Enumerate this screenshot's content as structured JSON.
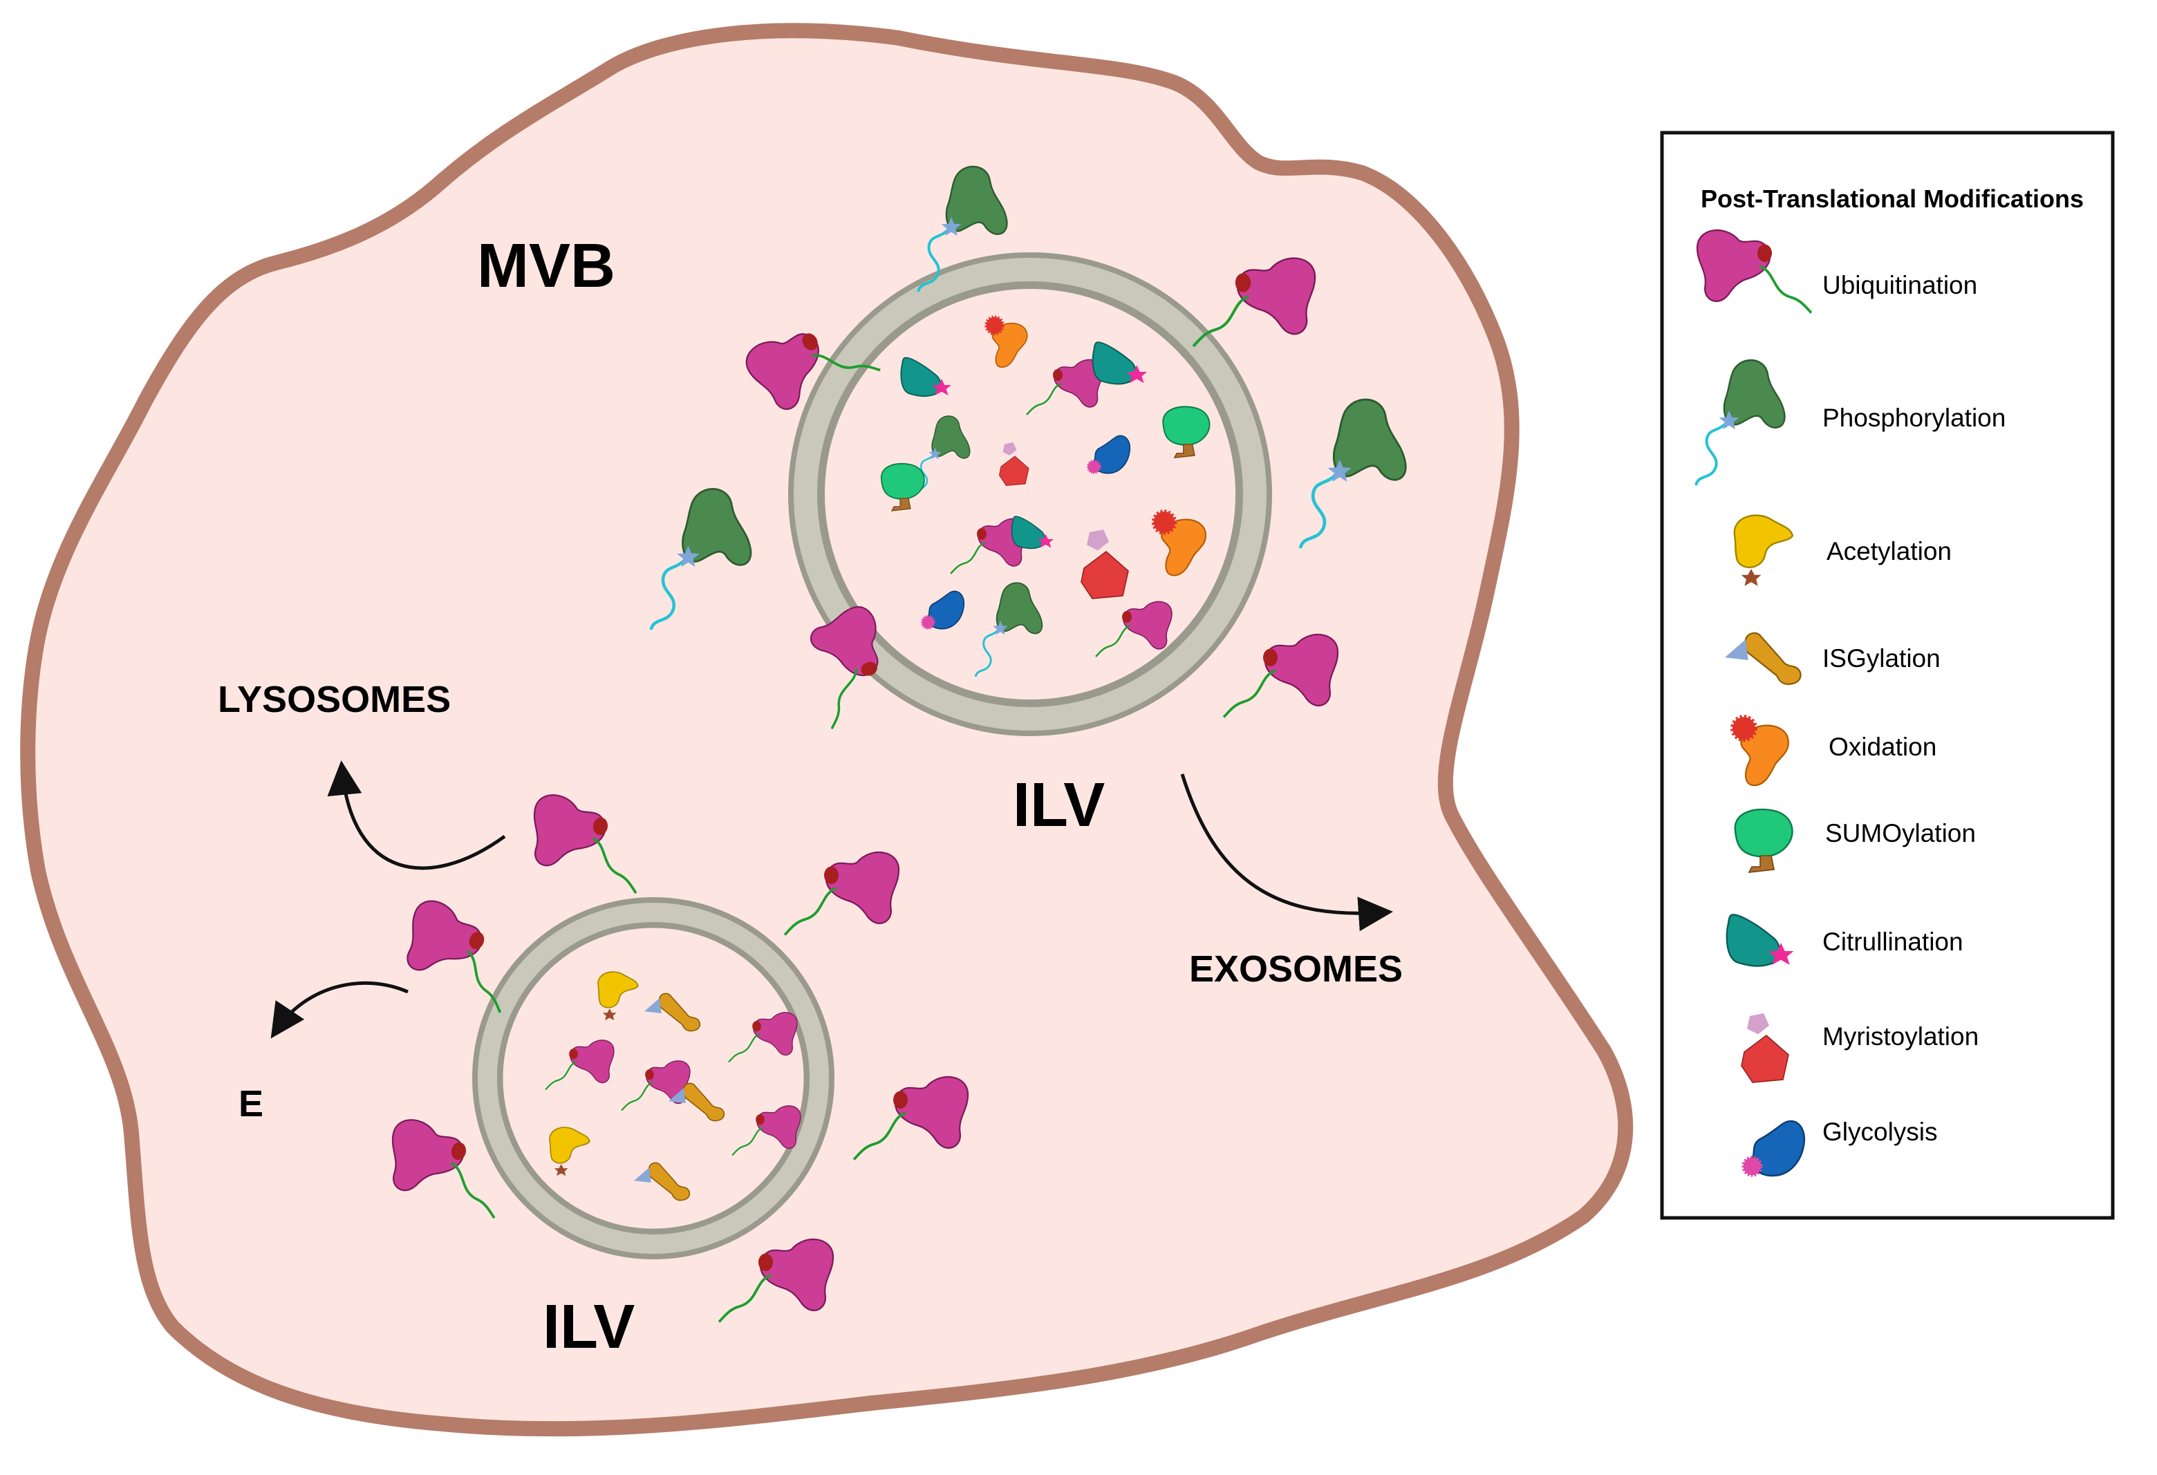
{
  "labels": {
    "mvb": "MVB",
    "ilv_large": "ILV",
    "ilv_small": "ILV",
    "lysosomes": "LYSOSOMES",
    "exosomes": "EXOSOMES",
    "e": "E"
  },
  "legend": {
    "title": "Post-Translational Modifications",
    "items": [
      {
        "label": "Ubiquitination",
        "icon": "ubiquitination-icon"
      },
      {
        "label": "Phosphorylation",
        "icon": "phosphorylation-icon"
      },
      {
        "label": "Acetylation",
        "icon": "acetylation-icon"
      },
      {
        "label": "ISGylation",
        "icon": "isgylation-icon"
      },
      {
        "label": "Oxidation",
        "icon": "oxidation-icon"
      },
      {
        "label": "SUMOylation",
        "icon": "sumoylation-icon"
      },
      {
        "label": "Citrullination",
        "icon": "citrullination-icon"
      },
      {
        "label": "Myristoylation",
        "icon": "myristoylation-icon"
      },
      {
        "label": "Glycolysis",
        "icon": "glycolysis-icon"
      }
    ]
  },
  "colors": {
    "cell_fill": "#fde6e2",
    "cell_border": "#b57c69",
    "vesicle_outer": "#9a9a8c",
    "vesicle_ring": "#c9c8ba",
    "ubiquitin_protein": "#cc3d96",
    "ubiquitin_tag": "#a81f1f",
    "linker_green": "#1e9e2e",
    "phospho_protein": "#4a8a4e",
    "phospho_tag": "#7fa6d8",
    "phospho_linker": "#26c2d4",
    "acetyl_protein": "#f2c400",
    "acetyl_tag": "#9e4b2b",
    "isg_protein": "#dc9a1c",
    "isg_tag": "#8aa8d6",
    "oxid_protein": "#f7891f",
    "oxid_tag": "#e0332a",
    "sumo_protein": "#1fc87a",
    "sumo_tag": "#b0712c",
    "citrul_protein": "#12968c",
    "citrul_tag": "#ef2a9a",
    "myristo_protein": "#e23c3c",
    "myristo_tag": "#d4a0cc",
    "glyco_protein": "#1565b8",
    "glyco_tag": "#df48a8"
  }
}
